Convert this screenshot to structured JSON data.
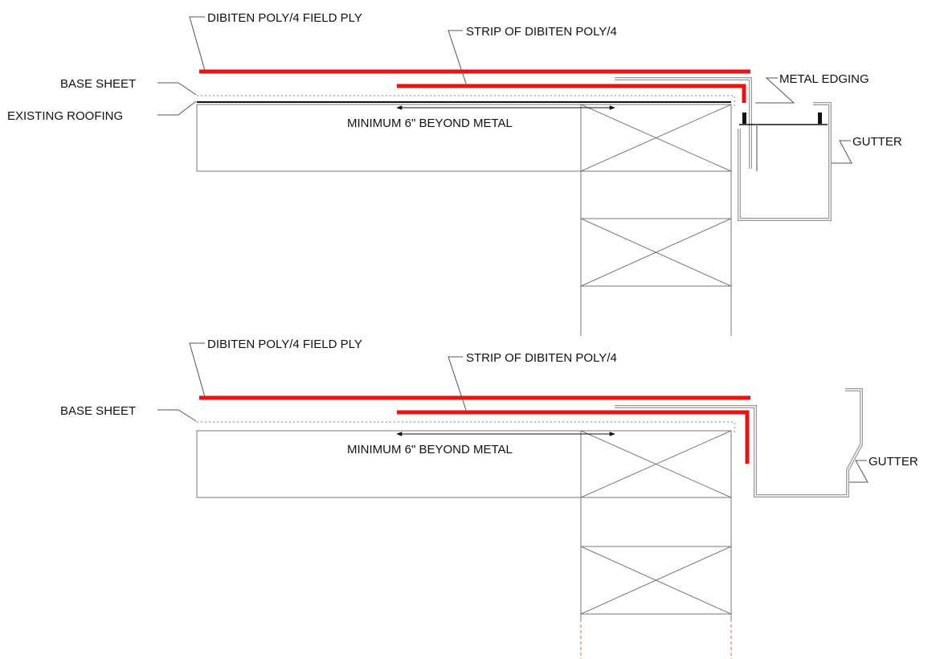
{
  "colors": {
    "membrane": "#ee1111",
    "metal": "#9a9a9a",
    "existing_roofing": "#111111",
    "lines": "#777777"
  },
  "detail_top": {
    "labels": {
      "field_ply": "DIBITEN POLY/4 FIELD PLY",
      "strip": "STRIP OF DIBITEN POLY/4",
      "base_sheet": "BASE SHEET",
      "existing_roofing": "EXISTING ROOFING",
      "metal_edging": "METAL EDGING",
      "minimum": "MINIMUM 6\" BEYOND METAL",
      "gutter": "GUTTER"
    }
  },
  "detail_bottom": {
    "labels": {
      "field_ply": "DIBITEN POLY/4 FIELD PLY",
      "strip": "STRIP OF DIBITEN POLY/4",
      "base_sheet": "BASE SHEET",
      "minimum": "MINIMUM 6\" BEYOND METAL",
      "gutter": "GUTTER"
    }
  }
}
